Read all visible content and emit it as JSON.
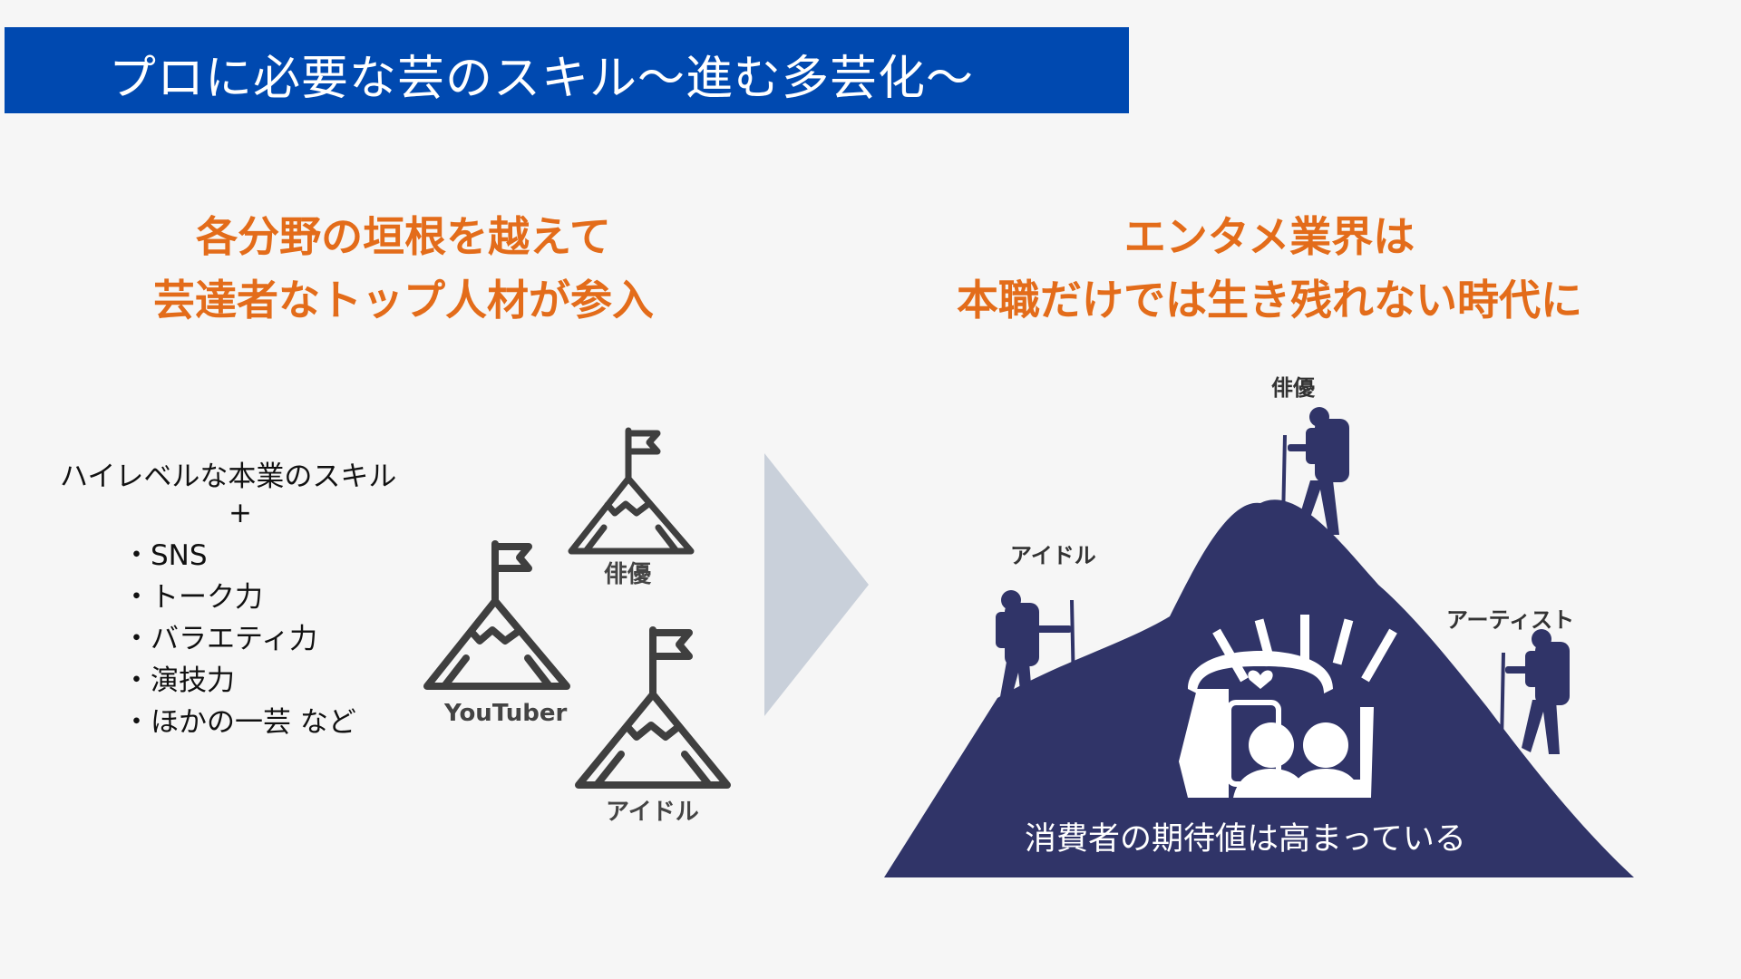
{
  "title": "プロに必要な芸のスキル〜進む多芸化〜",
  "left": {
    "headline_line1": "各分野の垣根を越えて",
    "headline_line2": "芸達者なトップ人材が参入",
    "skill_main": "ハイレベルな本業のスキル",
    "plus": "+",
    "skills": [
      "・SNS",
      "・トーク力",
      "・バラエティ力",
      "・演技力",
      "・ほかの一芸 など"
    ],
    "peaks": [
      "俳優",
      "YouTuber",
      "アイドル"
    ]
  },
  "right": {
    "headline_line1": "エンタメ業界は",
    "headline_line2": "本職だけでは生き残れない時代に",
    "climber_labels": [
      "俳優",
      "アイドル",
      "アーティスト"
    ],
    "consumer_text": "消費者の期待値は高まっている"
  },
  "colors": {
    "banner": "#0049b0",
    "accent": "#e36c1a",
    "mountain": "#303468",
    "arrow": "#c9d0da",
    "icon": "#3f3f3f"
  },
  "icons": [
    "peak-flag-icon",
    "climber-icon",
    "audience-icon"
  ]
}
